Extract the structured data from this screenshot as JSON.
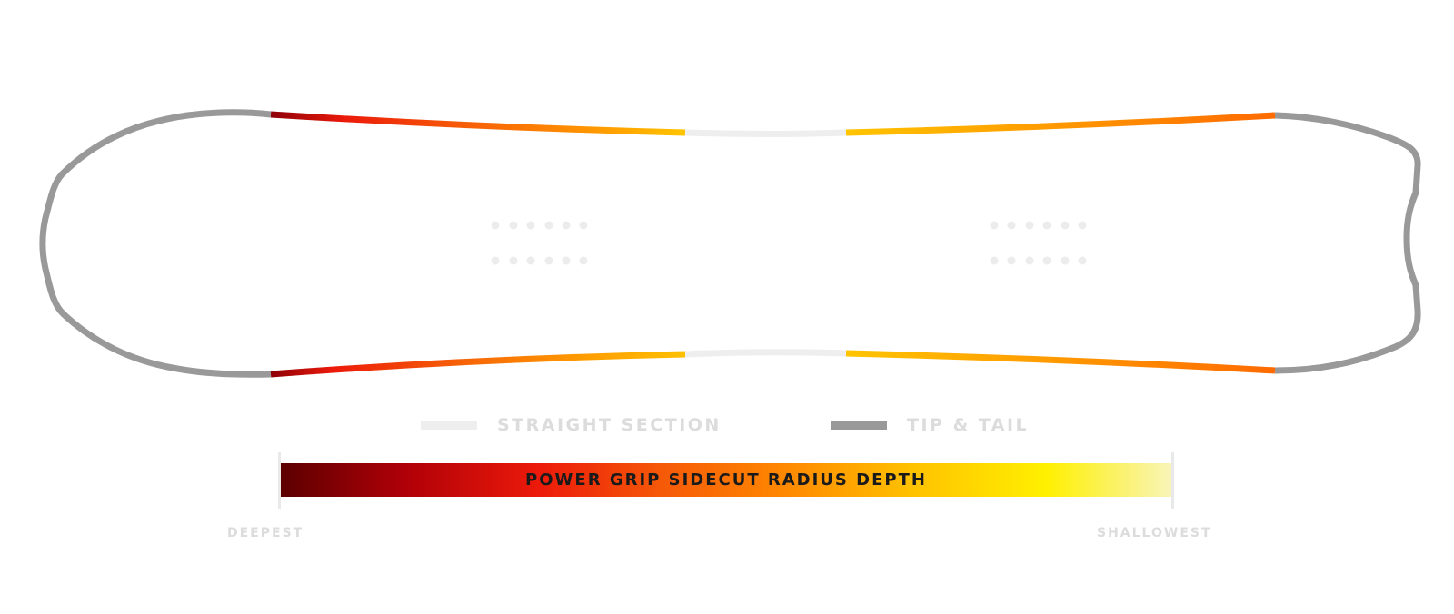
{
  "legend": {
    "straight_label": "STRAIGHT SECTION",
    "tip_tail_label": "TIP & TAIL"
  },
  "scale": {
    "title": "POWER GRIP SIDECUT RADIUS DEPTH",
    "min_label": "DEEPEST",
    "max_label": "SHALLOWEST"
  },
  "colors": {
    "tip_tail": "#999999",
    "straight": "#eeeeee",
    "insert_dots": "#ececec",
    "gradient": [
      "#5c0000",
      "#b00008",
      "#ec1a0a",
      "#f65a08",
      "#ff8a00",
      "#ffc200",
      "#fff000",
      "#f8f4b8"
    ]
  },
  "icons": {
    "insert_pattern": "binding-insert-dots-icon"
  }
}
